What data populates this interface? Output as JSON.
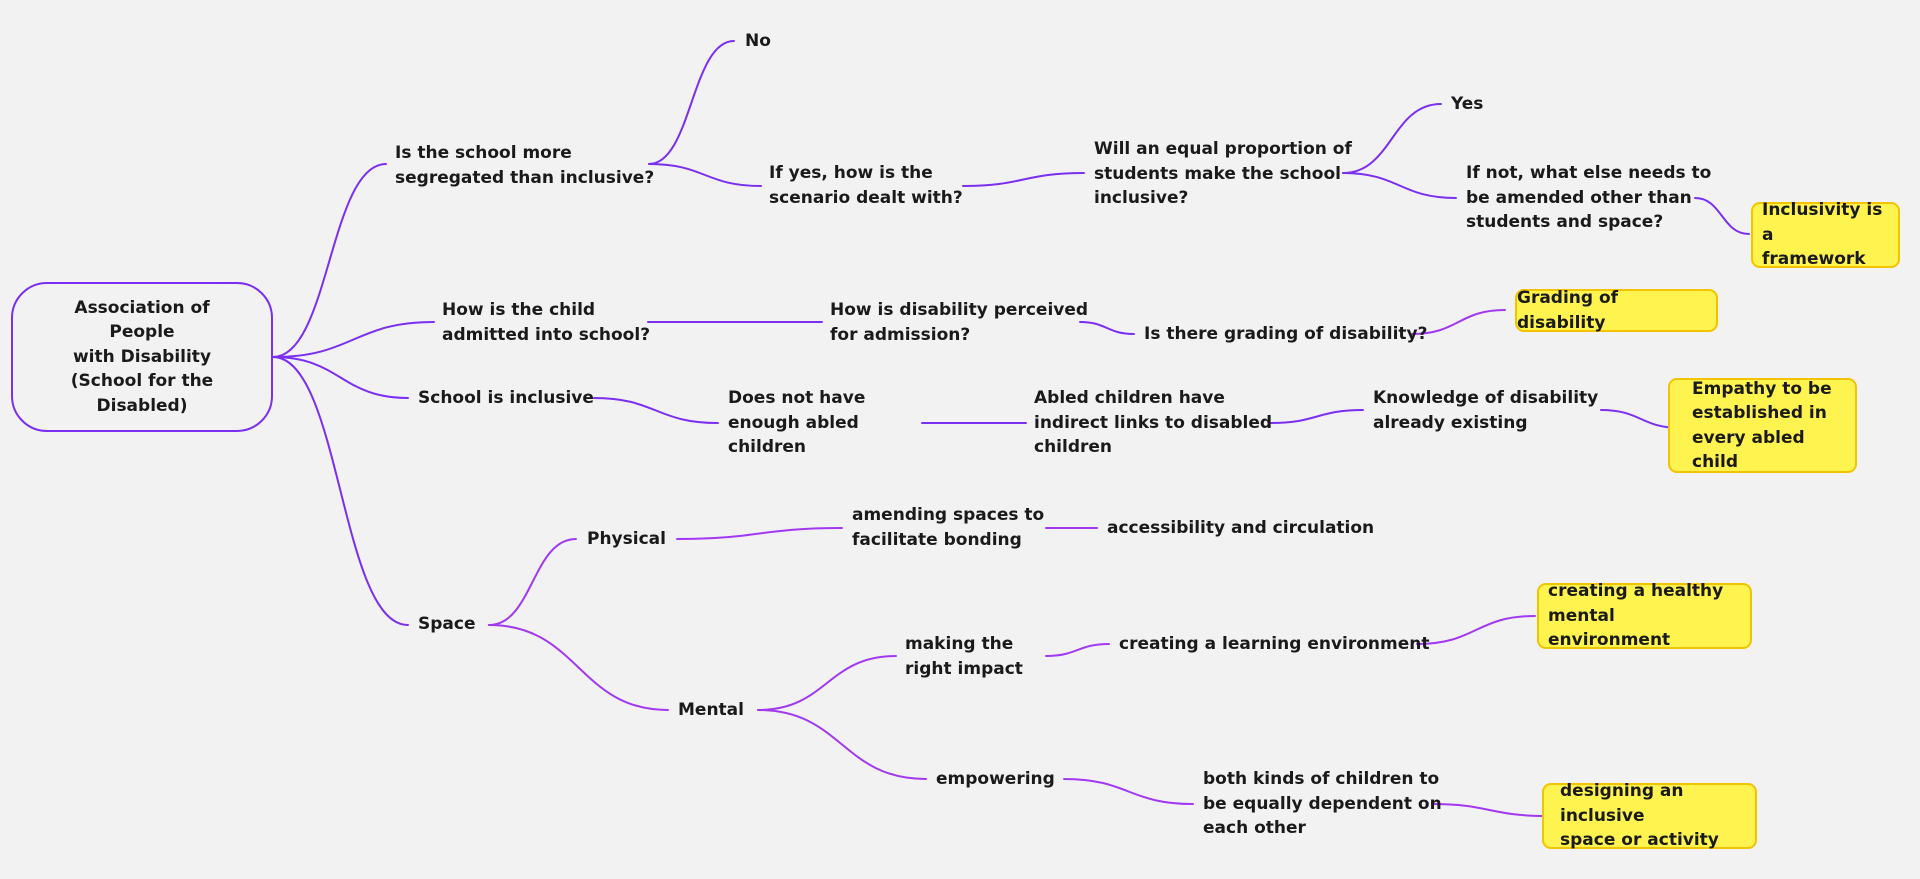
{
  "colors": {
    "background": "#f2f2f2",
    "edge_purple": "#7b2ff0",
    "edge_violet": "#a238f0",
    "sticky_fill": "#fff44f",
    "sticky_border": "#f2c400"
  },
  "mindmap": {
    "root": "Association of People\nwith Disability\n(School for the\nDisabled)",
    "nodes": {
      "segregated": "Is the school more\nsegregated than inclusive?",
      "no": "No",
      "if_yes": "If yes, how is the\nscenario dealt with?",
      "equal_proportion": "Will an equal proportion of\nstudents make the school\ninclusive?",
      "yes": "Yes",
      "if_not": "If not, what else needs to\nbe amended other than\nstudents and space?",
      "admitted": "How is the child\nadmitted into school?",
      "perceived": "How is disability perceived\nfor admission?",
      "grading_q": "Is there grading of disability?",
      "inclusive": "School is inclusive",
      "not_enough": "Does not have\nenough abled\nchildren",
      "indirect_links": "Abled children have\nindirect links to disabled\nchildren",
      "knowledge": "Knowledge of disability\nalready existing",
      "space": "Space",
      "physical": "Physical",
      "amending": "amending spaces to\nfacilitate bonding",
      "accessibility": "accessibility and circulation",
      "mental": "Mental",
      "right_impact": "making the\nright impact",
      "learning_env": "creating a learning environment",
      "empowering": "empowering",
      "dependent": "both kinds of children to\nbe equally dependent on\neach other"
    },
    "stickies": {
      "framework": "Inclusivity is a\nframework",
      "grading": "Grading of disability",
      "empathy": "Empathy to be\nestablished in\nevery abled child",
      "healthy": "creating a healthy\nmental environment",
      "designing": "designing an inclusive\nspace or activity"
    }
  }
}
